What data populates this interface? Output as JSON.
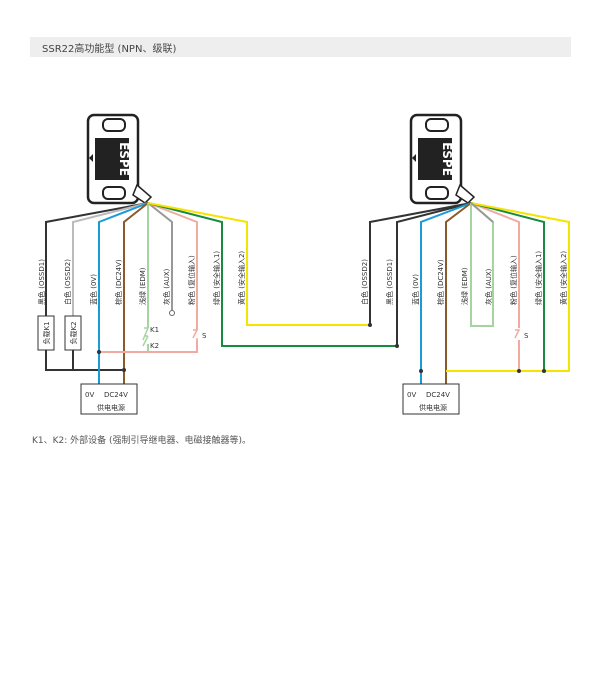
{
  "header": {
    "title": "SSR22高功能型 (NPN、级联)"
  },
  "sensor": {
    "brand": "ESPE"
  },
  "colors": {
    "black": "#333333",
    "white": "#bbbbbb",
    "blue": "#1a9bd7",
    "brown": "#8b5a2b",
    "lightgreen": "#a6d4a0",
    "gray": "#999999",
    "pink": "#f0aaa0",
    "green": "#1a8a3e",
    "yellow": "#f5e400"
  },
  "left_unit": {
    "wires": [
      "黑色 (OSSD1)",
      "白色 (OSSD2)",
      "蓝色 (0V)",
      "棕色 (DC24V)",
      "浅绿 (EDM)",
      "灰色 (AUX)",
      "粉色 (复位输入)",
      "绿色 (安全输入1)",
      "黄色 (安全输入2)"
    ],
    "loads": [
      "负载K1",
      "负载K2"
    ],
    "contacts": [
      "K1",
      "K2"
    ],
    "switch": "S",
    "psu": {
      "zero": "0V",
      "dc": "DC24V",
      "label": "供电电源"
    }
  },
  "right_unit": {
    "wires": [
      "白色 (OSSD2)",
      "黑色 (OSSD1)",
      "蓝色 (0V)",
      "棕色 (DC24V)",
      "浅绿 (EDM)",
      "灰色 (AUX)",
      "粉色 (复位输入)",
      "绿色 (安全输入1)",
      "黄色 (安全输入2)"
    ],
    "switch": "S",
    "psu": {
      "zero": "0V",
      "dc": "DC24V",
      "label": "供电电源"
    }
  },
  "footnote": "K1、K2: 外部设备 (强制引导继电器、电磁接触器等)。"
}
